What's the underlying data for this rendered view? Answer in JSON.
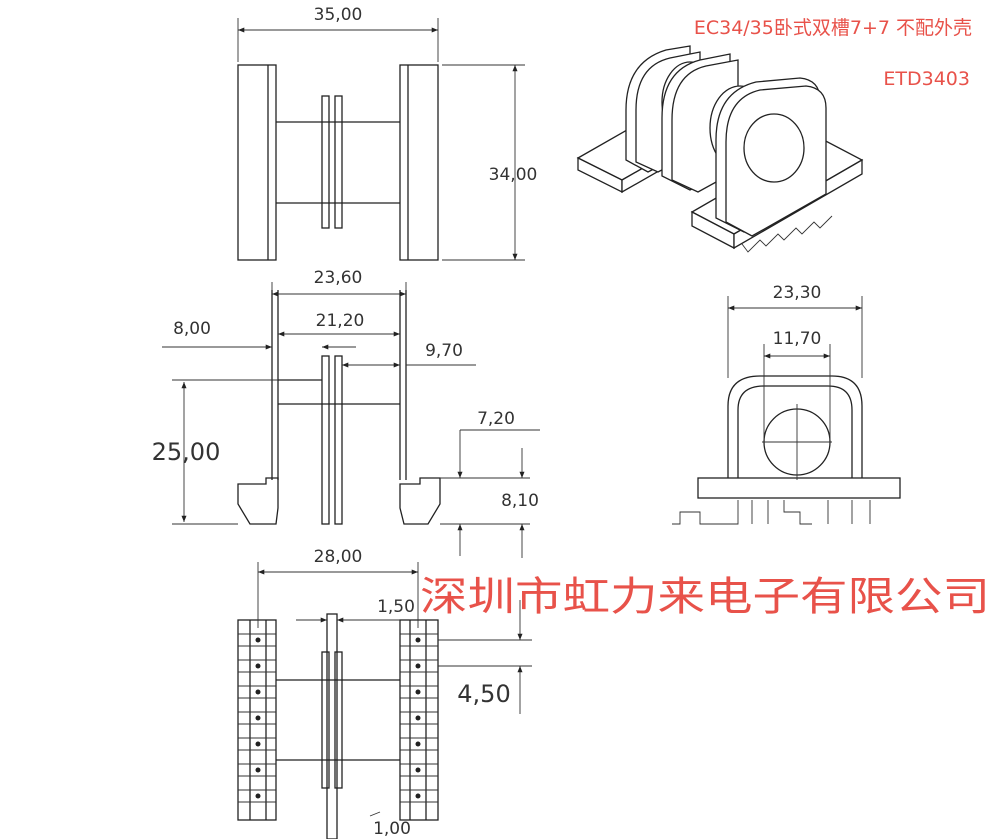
{
  "header": {
    "title": "EC34/35卧式双槽7+7 不配外壳",
    "model": "ETD3403"
  },
  "company": "深圳市虹力来电子有限公司",
  "dimensions": {
    "top_width": "35,00",
    "top_height": "34,00",
    "side_overall": "23,60",
    "side_inner": "21,20",
    "side_left": "8,00",
    "side_right": "9,70",
    "side_height": "25,00",
    "slot_top": "7,20",
    "slot_bottom": "8,10",
    "end_width": "23,30",
    "end_hole": "11,70",
    "bottom_width": "28,00",
    "bottom_flange": "1,50",
    "pin_pitch": "4,50",
    "pin_dia": "1,00"
  },
  "colors": {
    "annotation": "#e8524a",
    "line": "#222222"
  }
}
